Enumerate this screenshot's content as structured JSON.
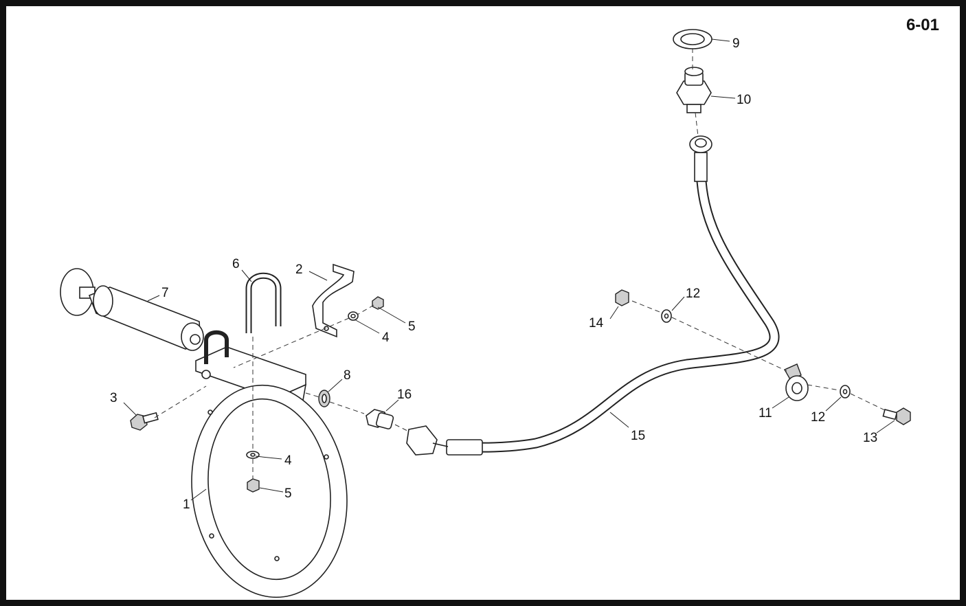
{
  "sheet_id": "6-01",
  "callouts": [
    "1",
    "2",
    "3",
    "4",
    "5",
    "6",
    "7",
    "8",
    "9",
    "10",
    "11",
    "12",
    "13",
    "14",
    "15",
    "16"
  ],
  "repeated_callouts": {
    "lower_4": "4",
    "lower_5": "5",
    "right_12": "12"
  }
}
